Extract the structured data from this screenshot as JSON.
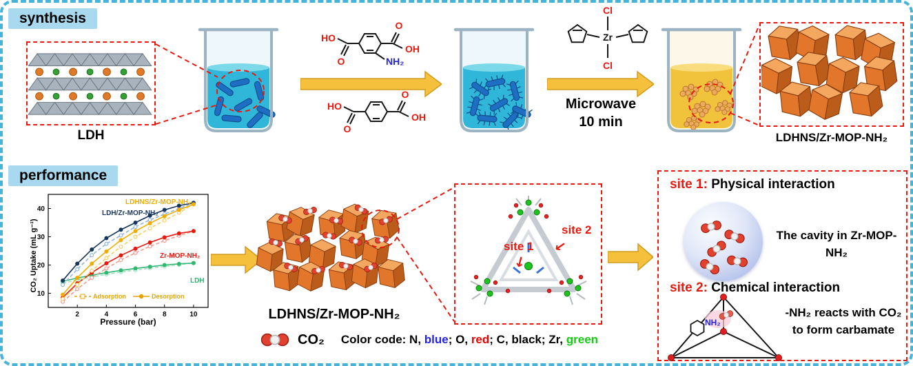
{
  "figure": {
    "synthesis_label": "synthesis",
    "performance_label": "performance"
  },
  "synthesis": {
    "ldh_label": "LDH",
    "product_label": "LDHNS/Zr-MOP-NH₂",
    "microwave_line1": "Microwave",
    "microwave_line2": "10 min",
    "amino_acid": {
      "ho": "HO",
      "o_left": "O",
      "o_right": "O",
      "oh": "OH",
      "nh2": "NH₂"
    },
    "diacid": {
      "ho": "HO",
      "o_left": "O",
      "o_right": "O",
      "oh": "OH"
    },
    "zirconocene": {
      "cl_top": "Cl",
      "cl_bottom": "Cl",
      "metal": "Zr"
    }
  },
  "performance": {
    "composite_label": "LDHNS/Zr-MOP-NH₂",
    "cage": {
      "site1": "site 1",
      "site2": "site 2"
    },
    "panel": {
      "site1_title": "site 1:",
      "site1_desc": " Physical interaction",
      "cavity_text": "The cavity in Zr-MOP-NH₂",
      "site2_title": "site 2:",
      "site2_desc": " Chemical interaction",
      "nh2_label": "NH₂",
      "reaction_line1": "-NH₂ reacts with CO₂",
      "reaction_line2": "to form carbamate"
    },
    "legend": {
      "co2_label": "CO₂",
      "color_code_segments": [
        {
          "text": "Color code: N, ",
          "color": "#000000"
        },
        {
          "text": "blue",
          "color": "#2222e8"
        },
        {
          "text": "; O, ",
          "color": "#000000"
        },
        {
          "text": "red",
          "color": "#f00000"
        },
        {
          "text": "; C, black; Zr, ",
          "color": "#000000"
        },
        {
          "text": "green",
          "color": "#14cc14"
        }
      ]
    }
  },
  "chart_data": {
    "type": "line",
    "title": "",
    "xlabel": "Pressure (bar)",
    "ylabel": "CO₂ Uptake (mL g⁻¹)",
    "xlim": [
      0,
      11
    ],
    "ylim": [
      5,
      45
    ],
    "xticks": [
      2,
      4,
      6,
      8,
      10
    ],
    "yticks": [
      10,
      20,
      30,
      40
    ],
    "grid": false,
    "legend_position": "bottom-center-inside",
    "x": [
      1,
      2,
      3,
      4,
      5,
      6,
      7,
      8,
      9,
      10
    ],
    "series": [
      {
        "name": "LDHNS/Zr-MOP-NH₂",
        "color": "#f0ad00",
        "ads_color": "#f6d060",
        "adsorption": [
          8,
          13,
          18,
          22.5,
          26.5,
          30,
          33,
          35.8,
          38.5,
          41.5
        ],
        "desorption": [
          9.5,
          15.5,
          20.5,
          24.8,
          28.8,
          32,
          34.8,
          37.3,
          39.5,
          41.5
        ]
      },
      {
        "name": "LDH/Zr-MOP-NH₂",
        "color": "#17365d",
        "ads_color": "#8fb4dd",
        "adsorption": [
          13,
          18.5,
          23.5,
          27.5,
          30.5,
          33.5,
          36,
          38,
          40,
          42
        ],
        "desorption": [
          14.5,
          20.5,
          25.5,
          29.5,
          32.5,
          35,
          37.5,
          39.5,
          41,
          42
        ]
      },
      {
        "name": "Zr-MOP-NH₂",
        "color": "#e8190f",
        "ads_color": "#f49a92",
        "adsorption": [
          7,
          11.5,
          15.5,
          18.8,
          21.8,
          24.3,
          26.6,
          28.6,
          30.4,
          32
        ],
        "desorption": [
          8.5,
          13.5,
          17.3,
          20.6,
          23.4,
          25.8,
          28,
          29.8,
          31.2,
          32
        ]
      },
      {
        "name": "LDH",
        "color": "#2eb872",
        "ads_color": "#a5dfc2",
        "adsorption": [
          13.5,
          14.8,
          15.8,
          16.7,
          17.5,
          18.2,
          18.9,
          19.5,
          20.1,
          20.7
        ],
        "desorption": [
          14.2,
          15.4,
          16.4,
          17.3,
          18.1,
          18.8,
          19.4,
          20,
          20.4,
          20.7
        ]
      }
    ],
    "legend_entries": [
      "Adsorption",
      "Desorption"
    ],
    "legend_color": "#e0a500"
  }
}
